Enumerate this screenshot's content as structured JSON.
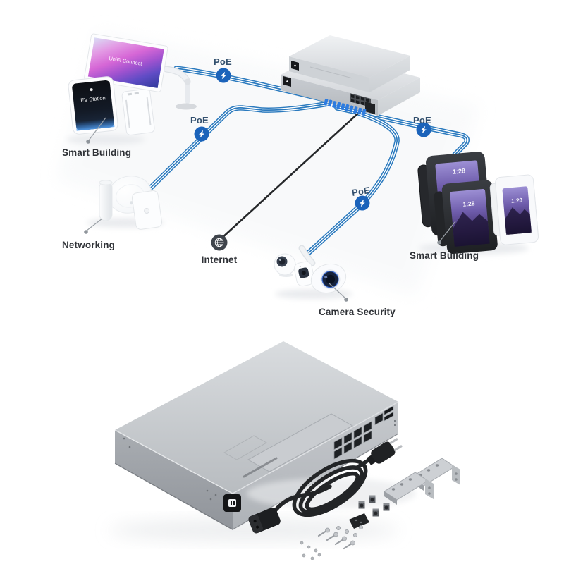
{
  "diagram": {
    "labels": {
      "smart_building_left": "Smart Building",
      "networking": "Networking",
      "internet": "Internet",
      "smart_building_right": "Smart Building",
      "camera_security": "Camera Security"
    },
    "poe_badges": [
      {
        "label": "PoE"
      },
      {
        "label": "PoE"
      },
      {
        "label": "PoE"
      },
      {
        "label": "PoE"
      }
    ],
    "screens": {
      "connect_display_title": "UniFi Connect",
      "ev_station": "EV Station",
      "phone_times": [
        "1:28",
        "1:28",
        "1:28"
      ]
    },
    "icons": {
      "poe": "lightning-bolt-icon",
      "internet": "globe-icon"
    },
    "colors": {
      "cable_blue": "#2b7abe",
      "poe_badge_blue": "#1b63ba",
      "wan_cable": "#26282a",
      "label_text": "#2f3237"
    }
  },
  "product": {
    "colors": {
      "chassis_silver": "#c5c8cc",
      "power_cable_black": "#232527"
    }
  }
}
